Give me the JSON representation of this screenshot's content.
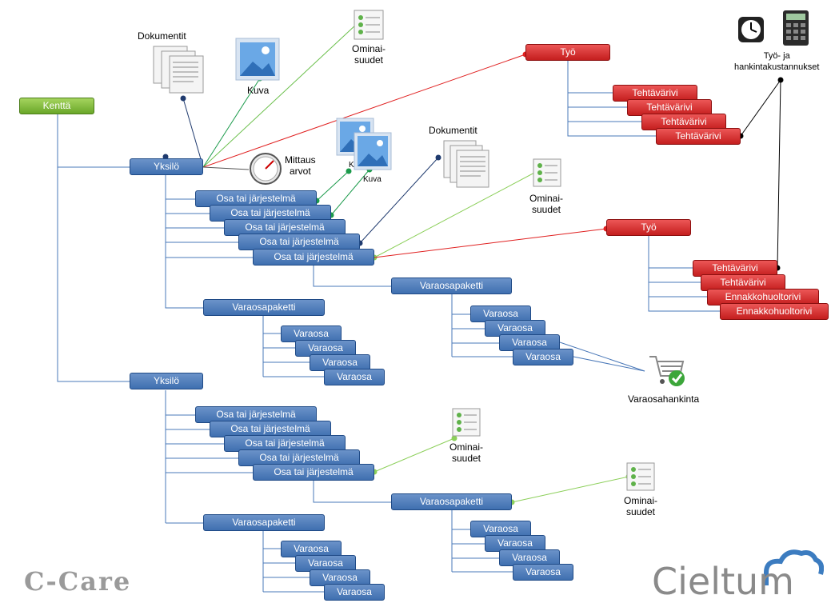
{
  "colors": {
    "blue": "#3f6fb0",
    "red": "#c41e1e",
    "green": "#6aa729",
    "link_green": "#6abf4b",
    "link_red": "#e02020",
    "link_navy": "#1f3a6e"
  },
  "root": {
    "label": "Kenttä"
  },
  "units": [
    {
      "label": "Yksilö",
      "systems": [
        "Osa tai järjestelmä",
        "Osa tai järjestelmä",
        "Osa tai järjestelmä",
        "Osa tai järjestelmä",
        "Osa tai järjestelmä"
      ],
      "sys_package": {
        "label": "Varaosapaketti",
        "parts": [
          "Varaosa",
          "Varaosa",
          "Varaosa",
          "Varaosa"
        ]
      },
      "package": {
        "label": "Varaosapaketti",
        "parts": [
          "Varaosa",
          "Varaosa",
          "Varaosa",
          "Varaosa"
        ]
      }
    },
    {
      "label": "Yksilö",
      "systems": [
        "Osa tai järjestelmä",
        "Osa tai järjestelmä",
        "Osa tai järjestelmä",
        "Osa tai järjestelmä",
        "Osa tai järjestelmä"
      ],
      "sys_package": {
        "label": "Varaosapaketti",
        "parts": [
          "Varaosa",
          "Varaosa",
          "Varaosa",
          "Varaosa"
        ]
      },
      "package": {
        "label": "Varaosapaketti",
        "parts": [
          "Varaosa",
          "Varaosa",
          "Varaosa",
          "Varaosa"
        ]
      }
    }
  ],
  "work": [
    {
      "label": "Työ",
      "rows": [
        "Tehtävärivi",
        "Tehtävärivi",
        "Tehtävärivi",
        "Tehtävärivi"
      ]
    },
    {
      "label": "Työ",
      "rows": [
        "Tehtävärivi",
        "Tehtävärivi",
        "Ennakkohuoltorivi",
        "Ennakkohuoltorivi"
      ]
    }
  ],
  "labels": {
    "documents_1": "Dokumentit",
    "documents_2": "Dokumentit",
    "image_1": "Kuva",
    "image_2": "Kuva",
    "image_2_partial": "K",
    "properties_1": "Ominai-\nsuudet",
    "properties_2": "Ominai-\nsuudet",
    "properties_3": "Ominai-\nsuudet",
    "properties_4": "Ominai-\nsuudet",
    "measurements": "Mittaus\narvot",
    "costs": "Työ- ja\nhankintakustannukset",
    "purchase": "Varaosahankinta"
  },
  "brand": {
    "left": "C-Care",
    "right": "Cieltum"
  },
  "icons": {
    "documents": "documents-icon",
    "image": "image-icon",
    "properties": "checklist-icon",
    "gauge": "gauge-icon",
    "clock": "clock-icon",
    "calculator": "calculator-icon",
    "cart": "shopping-cart-icon"
  }
}
